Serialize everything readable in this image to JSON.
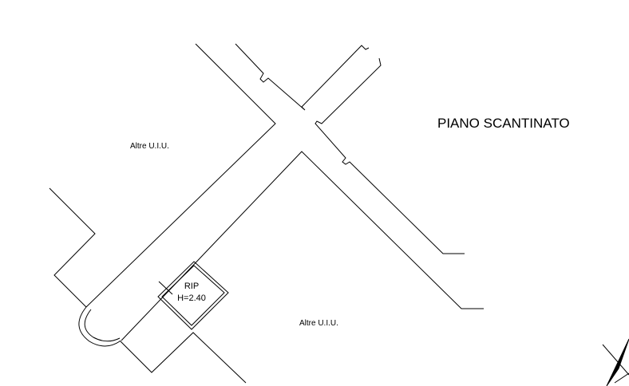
{
  "title": "PIANO SCANTINATO",
  "labels": {
    "other_units_top": "Altre U.I.U.",
    "other_units_bottom": "Altre U.I.U.",
    "room_name": "RIP",
    "room_height": "H=2.40"
  },
  "colors": {
    "line": "#000000",
    "background": "#ffffff"
  }
}
